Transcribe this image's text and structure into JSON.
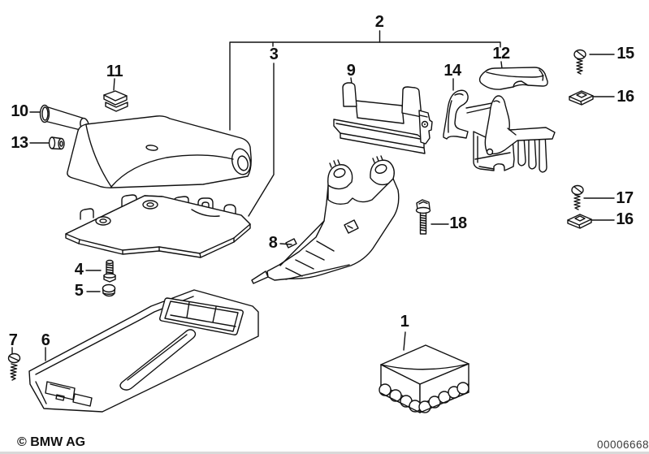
{
  "diagram": {
    "copyright": "© BMW AG",
    "number": "00006668",
    "line_color": "#111111",
    "background": "#ffffff"
  },
  "callouts": [
    {
      "label": "1"
    },
    {
      "label": "2"
    },
    {
      "label": "3"
    },
    {
      "label": "4"
    },
    {
      "label": "5"
    },
    {
      "label": "6"
    },
    {
      "label": "7"
    },
    {
      "label": "8"
    },
    {
      "label": "9"
    },
    {
      "label": "10"
    },
    {
      "label": "11"
    },
    {
      "label": "12"
    },
    {
      "label": "13"
    },
    {
      "label": "14"
    },
    {
      "label": "15"
    },
    {
      "label": "16"
    },
    {
      "label": "17"
    },
    {
      "label": "16"
    },
    {
      "label": "18"
    }
  ]
}
